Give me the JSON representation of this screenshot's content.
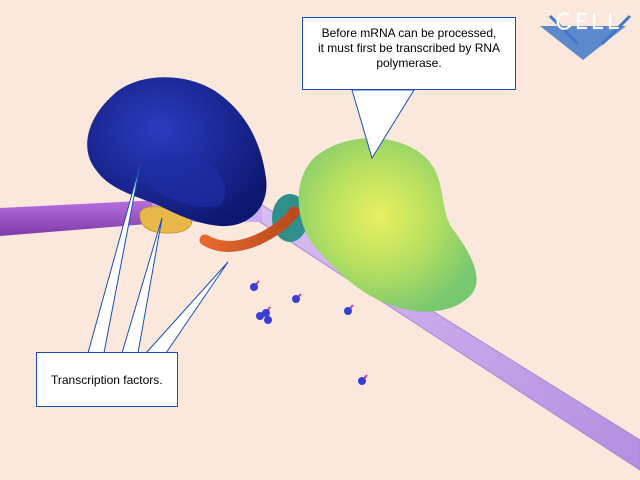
{
  "callouts": {
    "polymerase": {
      "lines": [
        "Before mRNA can be processed,",
        "it must first be transcribed by RNA",
        "polymerase."
      ]
    },
    "factors": {
      "text": "Transcription factors."
    }
  },
  "logo": {
    "name": "cell-logo",
    "letters": "CELL",
    "color": "#3f78c8"
  },
  "colors": {
    "background": "#fbe8dc",
    "dna_strand": "#c9a6ec",
    "dna_strand_left": "#9a4fc6",
    "transcription_factor_large": "#1d2a9c",
    "transcription_factor_small": "#e8b94a",
    "rna_polymerase": "#a6d96a",
    "mrna_strand": "#d9612a",
    "nucleotides": "#3a3fd4",
    "callout_border": "#1a4fb8"
  }
}
